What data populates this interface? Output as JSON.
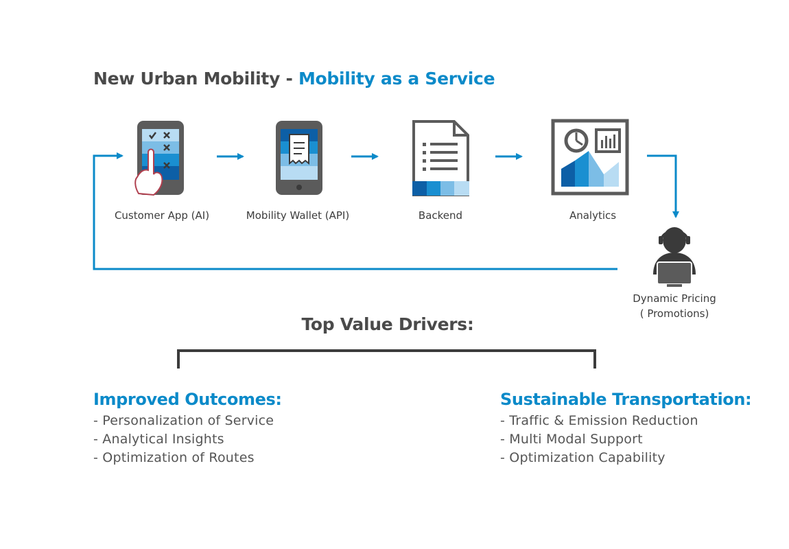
{
  "title": {
    "main": "New Urban Mobility - ",
    "accent": "Mobility as a Service"
  },
  "flow": {
    "nodes": [
      {
        "label": "Customer App (AI)",
        "icon": "touch-phone-icon"
      },
      {
        "label": "Mobility Wallet (API)",
        "icon": "wallet-phone-icon"
      },
      {
        "label": "Backend",
        "icon": "document-icon"
      },
      {
        "label": "Analytics",
        "icon": "analytics-dashboard-icon"
      }
    ],
    "pricing": {
      "line1": "Dynamic Pricing",
      "line2": "( Promotions)",
      "icon": "operator-headset-icon"
    }
  },
  "drivers": {
    "title": "Top Value Drivers:",
    "left": {
      "heading": "Improved Outcomes:",
      "items": [
        "- Personalization of Service",
        "- Analytical Insights",
        "- Optimization of Routes"
      ]
    },
    "right": {
      "heading": "Sustainable Transportation:",
      "items": [
        "- Traffic & Emission Reduction",
        "- Multi Modal Support",
        "- Optimization Capability"
      ]
    }
  },
  "colors": {
    "accent": "#0b8ac9",
    "dark_gray": "#4a4a4a",
    "icon_gray": "#5a5a5a",
    "blue_dark": "#0d5fa6",
    "blue_mid": "#1a8fd1",
    "blue_light": "#7cbde6",
    "blue_pale": "#b8dcf3"
  }
}
